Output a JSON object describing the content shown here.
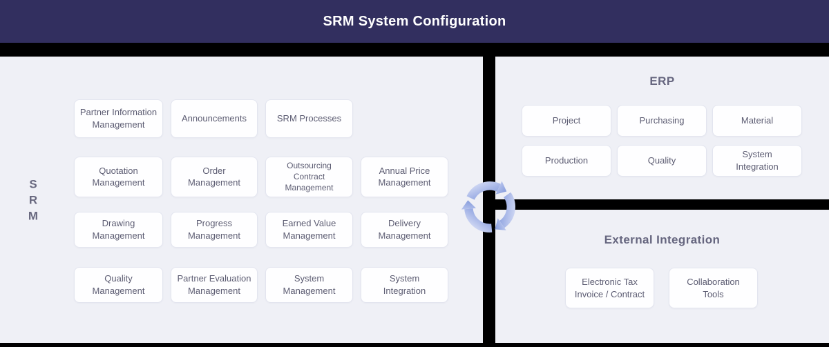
{
  "header": {
    "title": "SRM System Configuration"
  },
  "colors": {
    "header_bg": "#322f5f",
    "panel_bg": "#eff0f6",
    "card_bg": "#fefeff",
    "card_border": "#e3e5ef",
    "card_text": "#5c5c72",
    "section_title_text": "#66667f",
    "icon_blue_light": "#cbd4f1",
    "icon_blue_dark": "#7e96d8"
  },
  "srm_panel": {
    "side_label": "SRM",
    "rows": [
      {
        "cards": [
          {
            "label": "Partner Information\nManagement"
          },
          {
            "label": "Announcements"
          },
          {
            "label": "SRM Processes"
          }
        ]
      },
      {
        "cards": [
          {
            "label": "Quotation\nManagement"
          },
          {
            "label": "Order\nManagement"
          },
          {
            "label": "Outsourcing Contract\nManagement"
          },
          {
            "label": "Annual Price\nManagement"
          }
        ]
      },
      {
        "cards": [
          {
            "label": "Drawing\nManagement"
          },
          {
            "label": "Progress\nManagement"
          },
          {
            "label": "Earned Value\nManagement"
          },
          {
            "label": "Delivery\nManagement"
          }
        ]
      },
      {
        "cards": [
          {
            "label": "Quality\nManagement"
          },
          {
            "label": "Partner Evaluation\nManagement"
          },
          {
            "label": "System\nManagement"
          },
          {
            "label": "System\nIntegration"
          }
        ]
      }
    ]
  },
  "erp_panel": {
    "title": "ERP",
    "cards": [
      {
        "label": "Project"
      },
      {
        "label": "Purchasing"
      },
      {
        "label": "Material"
      },
      {
        "label": "Production"
      },
      {
        "label": "Quality"
      },
      {
        "label": "System\nIntegration"
      }
    ]
  },
  "external_panel": {
    "title": "External Integration",
    "cards": [
      {
        "label": "Electronic Tax\nInvoice / Contract"
      },
      {
        "label": "Collaboration\nTools"
      }
    ]
  },
  "center": {
    "icon": "sync-arrows-icon"
  }
}
